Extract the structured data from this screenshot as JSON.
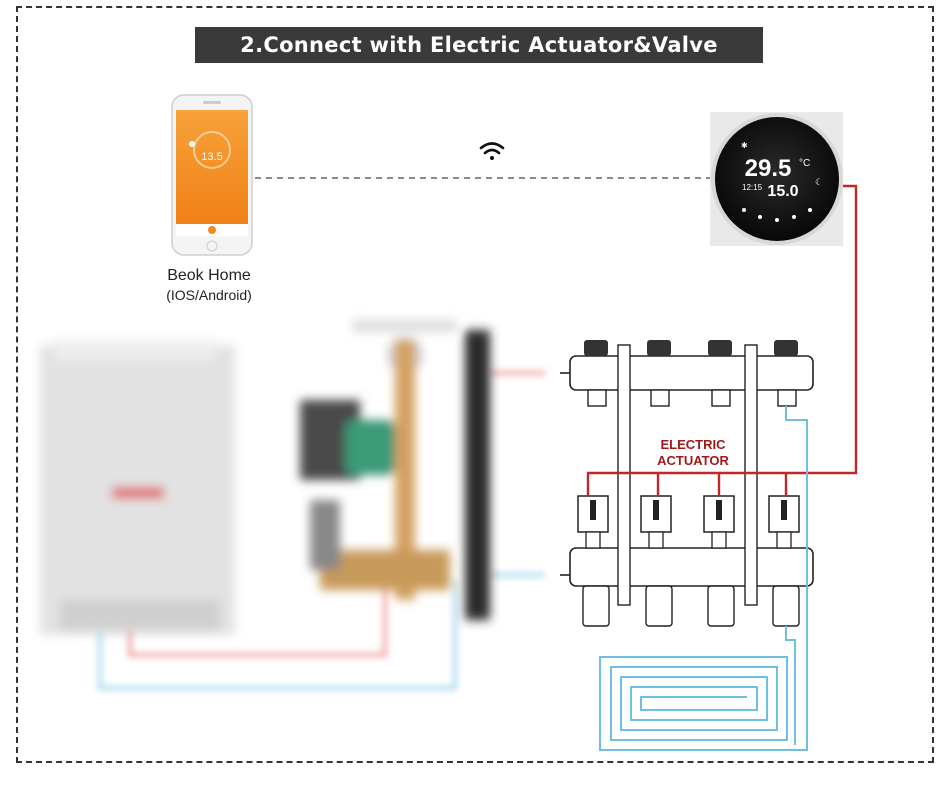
{
  "title": "2.Connect with Electric Actuator&Valve",
  "app": {
    "name": "Beok Home",
    "platforms": "(IOS/Android)",
    "screen_temp": "13.5"
  },
  "thermostat": {
    "set_temp": "29.5",
    "room_temp": "15.0",
    "unit": "°C",
    "clock": "12:15"
  },
  "manifold": {
    "label_line1": "ELECTRIC",
    "label_line2": "ACTUATOR"
  },
  "colors": {
    "hot_pipe": "#d23a3a",
    "cold_pipe": "#6fc0e0",
    "wire": "#c0282a",
    "label_red": "#a01a1a",
    "phone_orange": "#f28a1e",
    "title_bg": "#3a3a3a"
  },
  "icons": [
    "wifi-icon",
    "phone-icon",
    "thermostat-icon",
    "boiler-icon",
    "pump-icon",
    "manifold-icon",
    "floor-heating-loop-icon"
  ]
}
